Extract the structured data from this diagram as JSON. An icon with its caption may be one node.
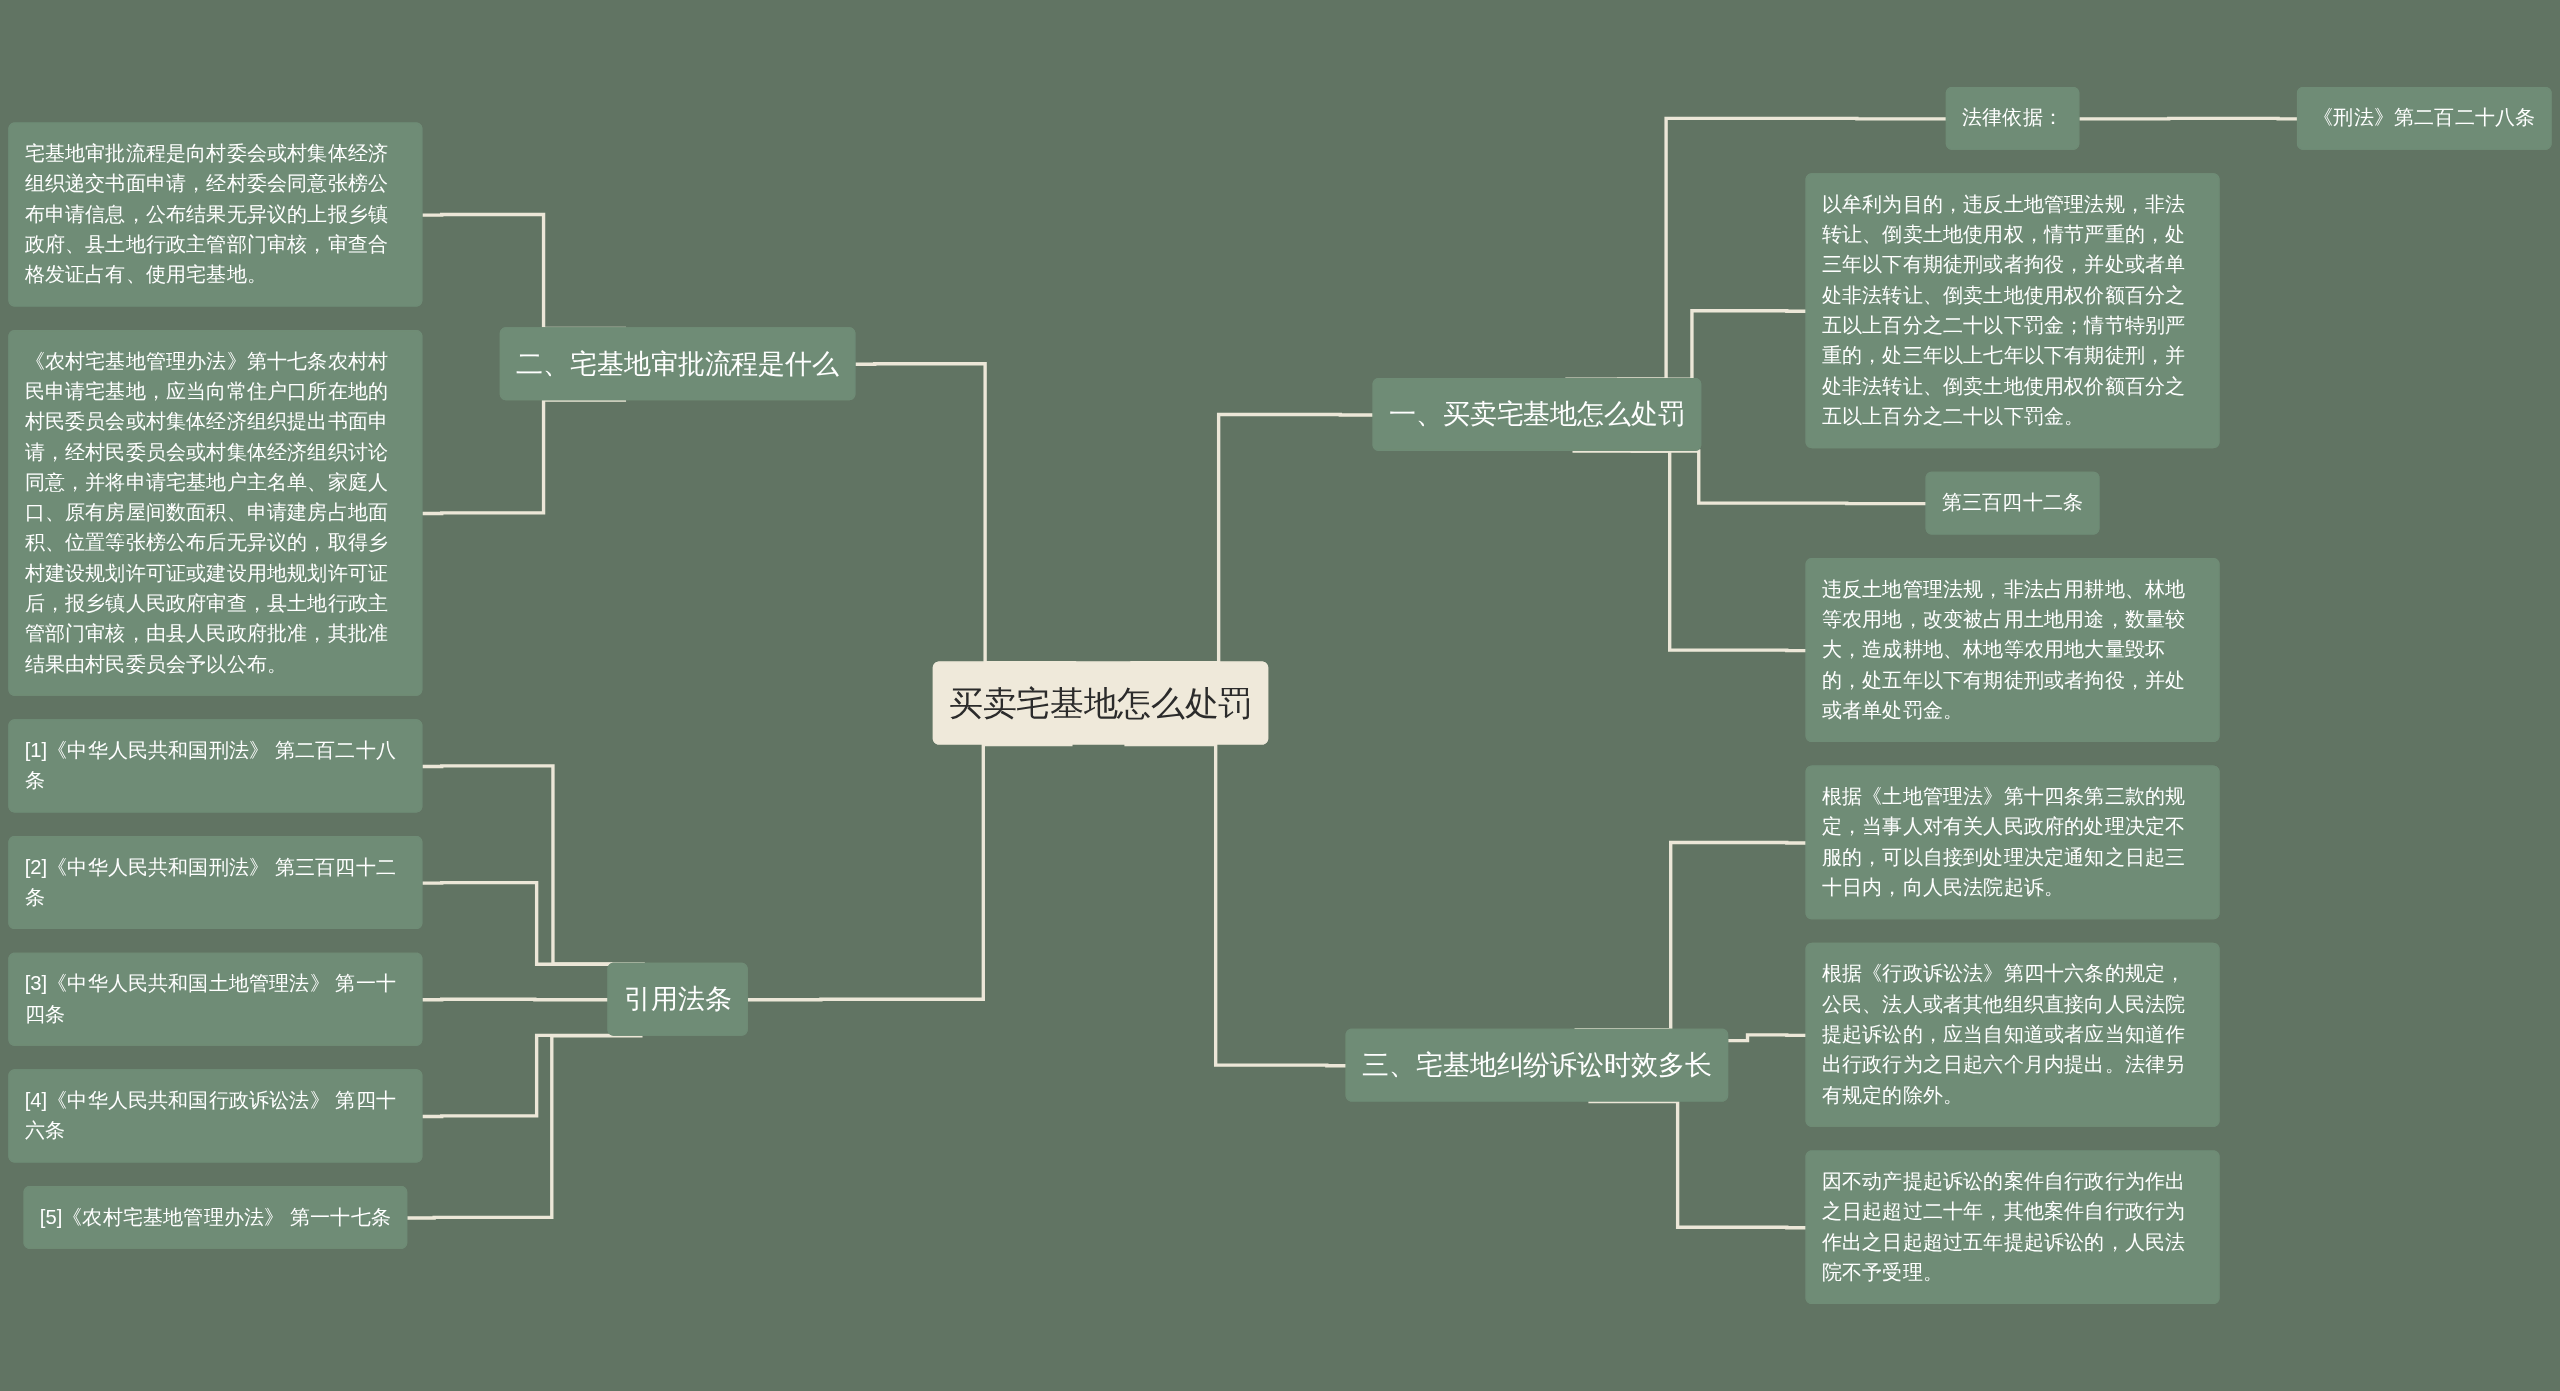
{
  "diagram": {
    "nodes": [
      {
        "text": [
          "买卖宅基地怎么处罚"
        ]
      },
      {
        "text": [
          "一、买卖宅基地怎么处罚"
        ]
      },
      {
        "text": [
          "法律依据："
        ]
      },
      {
        "text": [
          "《刑法》第二百二十八条"
        ]
      },
      {
        "text": [
          "以牟利为目的，违反土地管理法规，非法转让、倒卖土地使用权，情节严重的，处三年以下有期徒刑或者拘役，并处或者单处非法转让、倒卖土地使用权价额百分之五以上百分之二十以下罚金；情节特别严重的，处三年以上七年以下有期徒刑，并处非法转让、倒卖土地使用权价额百分之五以上百分之二十以下罚金。"
        ]
      },
      {
        "text": [
          "第三百四十二条"
        ]
      },
      {
        "text": [
          "违反土地管理法规，非法占用耕地、林地等农用地，改变被占用土地用途，数量较大，造成耕地、林地等农用地大量毁坏的，处五年以下有期徒刑或者拘役，并处或者单处罚金。"
        ]
      },
      {
        "text": [
          "二、宅基地审批流程是什么"
        ]
      },
      {
        "text": [
          "宅基地审批流程是向村委会或村集体经济组织递交书面申请，经村委会同意张榜公布申请信息，公布结果无异议的上报乡镇政府、县土地行政主管部门审核，审查合格发证占有、使用宅基地。"
        ]
      },
      {
        "text": [
          "《农村宅基地管理办法》第十七条农村村民申请宅基地，应当向常住户口所在地的村民委员会或村集体经济组织提出书面申请，经村民委员会或村集体经济组织讨论同意，并将申请宅基地户主名单、家庭人口、原有房屋间数面积、申请建房占地面积、位置等张榜公布后无异议的，取得乡村建设规划许可证或建设用地规划许可证后，报乡镇人民政府审查，县土地行政主管部门审核，由县人民政府批准，其批准结果由村民委员会予以公布。"
        ]
      },
      {
        "text": [
          "三、宅基地纠纷诉讼时效多长"
        ]
      },
      {
        "text": [
          "根据《土地管理法》第十四条第三款的规定，当事人对有关人民政府的处理决定不服的，可以自接到处理决定通知之日起三十日内，向人民法院起诉。"
        ]
      },
      {
        "text": [
          "根据《行政诉讼法》第四十六条的规定，公民、法人或者其他组织直接向人民法院提起诉讼的，应当自知道或者应当知道作出行政行为之日起六个月内提出。法律另有规定的除外。"
        ]
      },
      {
        "text": [
          "因不动产提起诉讼的案件自行政行为作出之日起超过二十年，其他案件自行政行为作出之日起超过五年提起诉讼的，人民法院不予受理。"
        ]
      },
      {
        "text": [
          "引用法条"
        ]
      },
      {
        "text": [
          "[1]《中华人民共和国刑法》 第二百二十八条"
        ]
      },
      {
        "text": [
          "[2]《中华人民共和国刑法》 第三百四十二条"
        ]
      },
      {
        "text": [
          "[3]《中华人民共和国土地管理法》 第一十四条"
        ]
      },
      {
        "text": [
          "[4]《中华人民共和国行政诉讼法》 第四十六条"
        ]
      },
      {
        "text": [
          "[5]《农村宅基地管理办法》 第一十七条"
        ]
      }
    ],
    "edges": [
      {
        "from": 0,
        "to": 1,
        "arrow": "none"
      },
      {
        "from": 1,
        "to": 2,
        "arrow": "none"
      },
      {
        "from": 2,
        "to": 3,
        "arrow": "none"
      },
      {
        "from": 1,
        "to": 4,
        "arrow": "none"
      },
      {
        "from": 1,
        "to": 5,
        "arrow": "none"
      },
      {
        "from": 1,
        "to": 6,
        "arrow": "none"
      },
      {
        "from": 0,
        "to": 7,
        "arrow": "none"
      },
      {
        "from": 7,
        "to": 8,
        "arrow": "none"
      },
      {
        "from": 7,
        "to": 9,
        "arrow": "none"
      },
      {
        "from": 0,
        "to": 10,
        "arrow": "none"
      },
      {
        "from": 10,
        "to": 11,
        "arrow": "none"
      },
      {
        "from": 10,
        "to": 12,
        "arrow": "none"
      },
      {
        "from": 10,
        "to": 13,
        "arrow": "none"
      },
      {
        "from": 0,
        "to": 14,
        "arrow": "none"
      },
      {
        "from": 14,
        "to": 15,
        "arrow": "none"
      },
      {
        "from": 14,
        "to": 16,
        "arrow": "none"
      },
      {
        "from": 14,
        "to": 17,
        "arrow": "none"
      },
      {
        "from": 14,
        "to": 18,
        "arrow": "none"
      },
      {
        "from": 14,
        "to": 19,
        "arrow": "none"
      }
    ]
  }
}
